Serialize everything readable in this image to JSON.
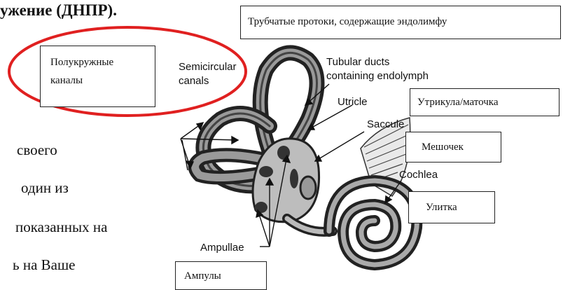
{
  "document": {
    "heading_fragment": "ужение (ДНПР).",
    "lines": [
      "своего",
      "один из",
      "показанных на",
      "ь на Ваше"
    ]
  },
  "diagram": {
    "en_labels": {
      "semicircular": [
        "Semicircular",
        "canals"
      ],
      "tubular": [
        "Tubular ducts",
        "containing endolymph"
      ],
      "utricle": "Utricle",
      "saccule": "Saccule",
      "cochlea": "Cochlea",
      "ampullae": "Ampullae"
    },
    "ru_labels": {
      "tubular": "Трубчатые протоки, содержащие эндолимфу",
      "semicircular": "Полукружные каналы",
      "utricle": "Утрикула/маточка",
      "saccule": "Мешочек",
      "cochlea": "Улитка",
      "ampullae": "Ампулы"
    },
    "highlight_color": "#e02020"
  }
}
